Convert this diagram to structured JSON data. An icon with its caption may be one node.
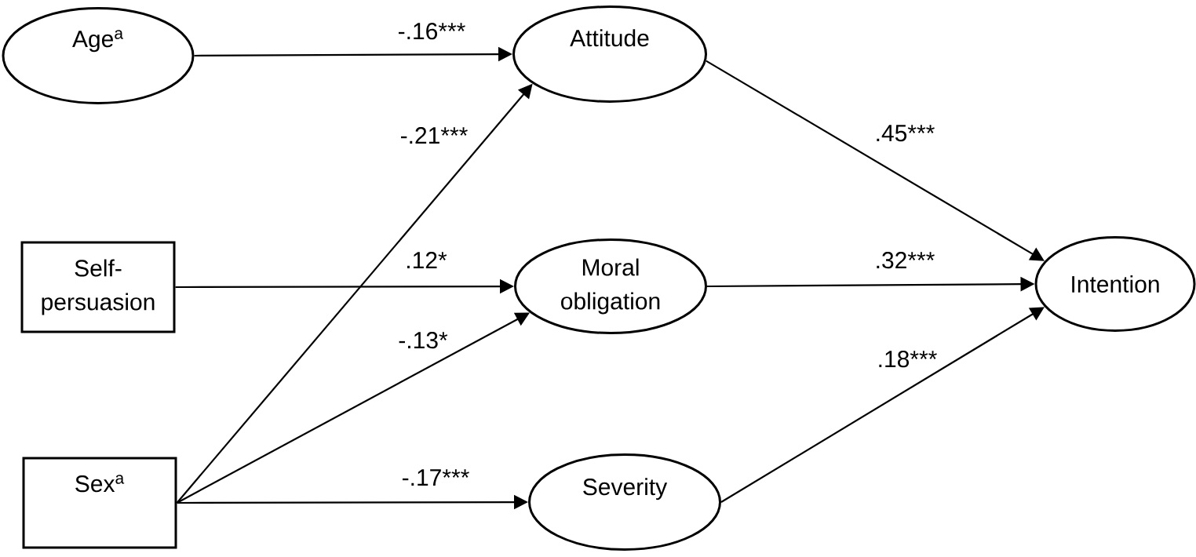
{
  "diagram": {
    "nodes": [
      {
        "text": [
          "Age$^{a}$"
        ]
      },
      {
        "text": [
          "Attitude"
        ]
      },
      {
        "text": [
          "Self-persuasion"
        ]
      },
      {
        "text": [
          "Moral obligation"
        ]
      },
      {
        "text": [
          "Intention"
        ]
      },
      {
        "text": [
          "Sex$^{a}$"
        ]
      },
      {
        "text": [
          "Severity"
        ]
      }
    ],
    "edges": [
      {
        "from": 0,
        "to": 1,
        "arrow": "to",
        "label": "-.16***"
      },
      {
        "from": 5,
        "to": 1,
        "arrow": "to",
        "label": "-.21***"
      },
      {
        "from": 2,
        "to": 3,
        "arrow": "to",
        "label": ".12*"
      },
      {
        "from": 5,
        "to": 3,
        "arrow": "to",
        "label": "-.13*"
      },
      {
        "from": 5,
        "to": 6,
        "arrow": "to",
        "label": "-.17***"
      },
      {
        "from": 1,
        "to": 4,
        "arrow": "to",
        "label": ".45***"
      },
      {
        "from": 3,
        "to": 4,
        "arrow": "to",
        "label": ".32***"
      },
      {
        "from": 6,
        "to": 4,
        "arrow": "to",
        "label": ".18***"
      }
    ]
  }
}
